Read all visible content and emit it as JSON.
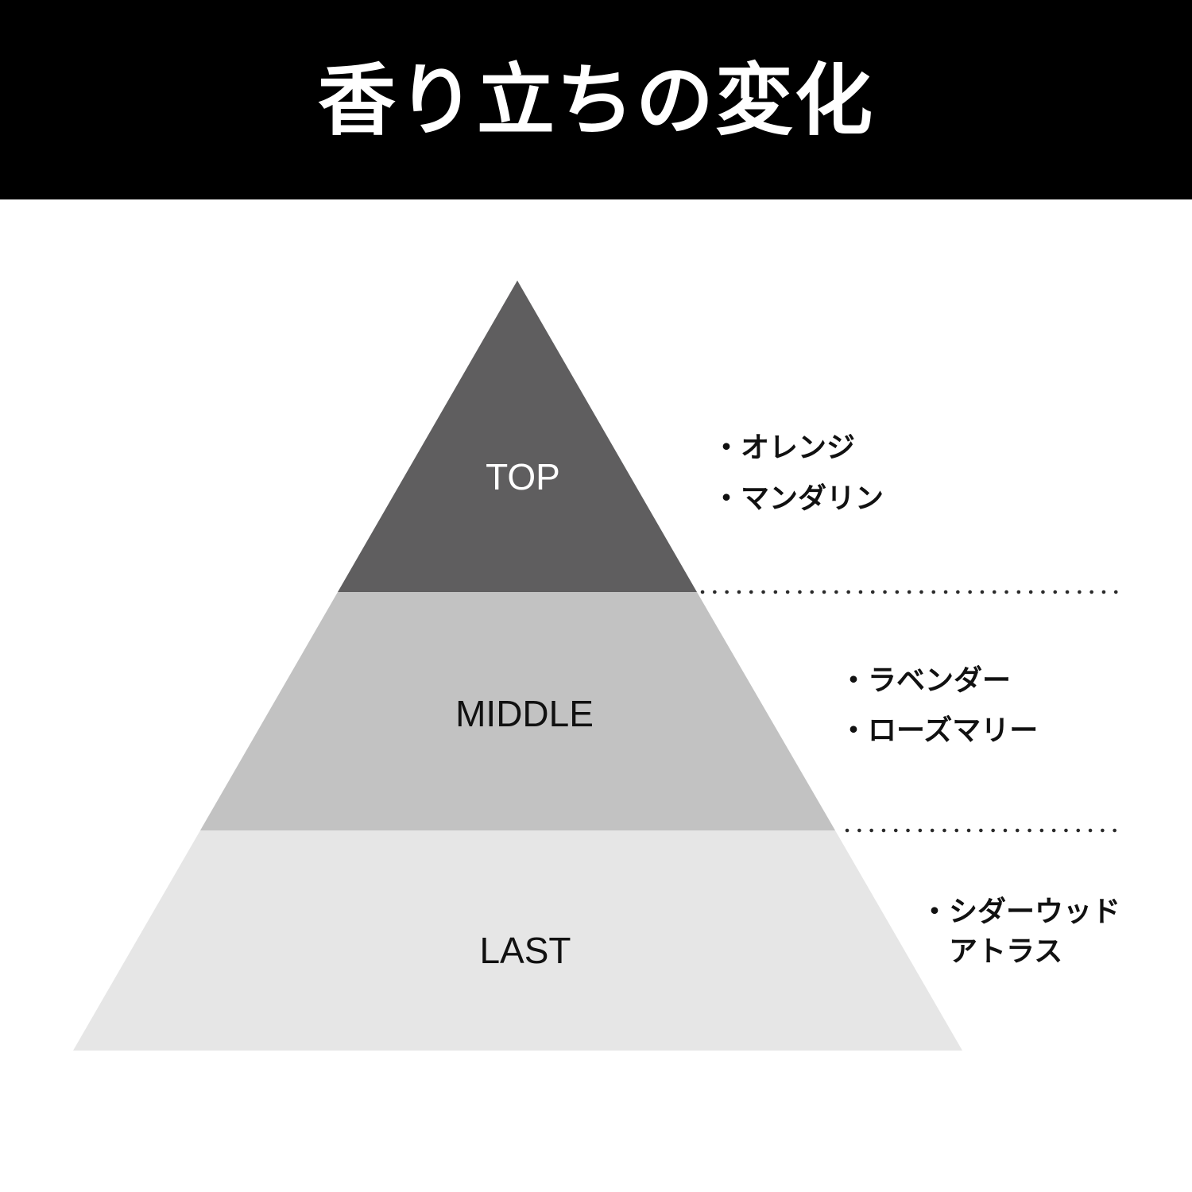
{
  "header": {
    "title": "香り立ちの変化"
  },
  "pyramid": {
    "tiers": [
      {
        "label": "TOP",
        "fill": "#5f5e5f",
        "text_color": "#ffffff",
        "notes": [
          "・オレンジ",
          "・マンダリン"
        ]
      },
      {
        "label": "MIDDLE",
        "fill": "#c2c2c2",
        "text_color": "#111111",
        "notes": [
          "・ラベンダー",
          "・ローズマリー"
        ]
      },
      {
        "label": "LAST",
        "fill": "#e6e6e6",
        "text_color": "#111111",
        "notes": [
          "・シダーウッド",
          "　アトラス"
        ]
      }
    ]
  }
}
